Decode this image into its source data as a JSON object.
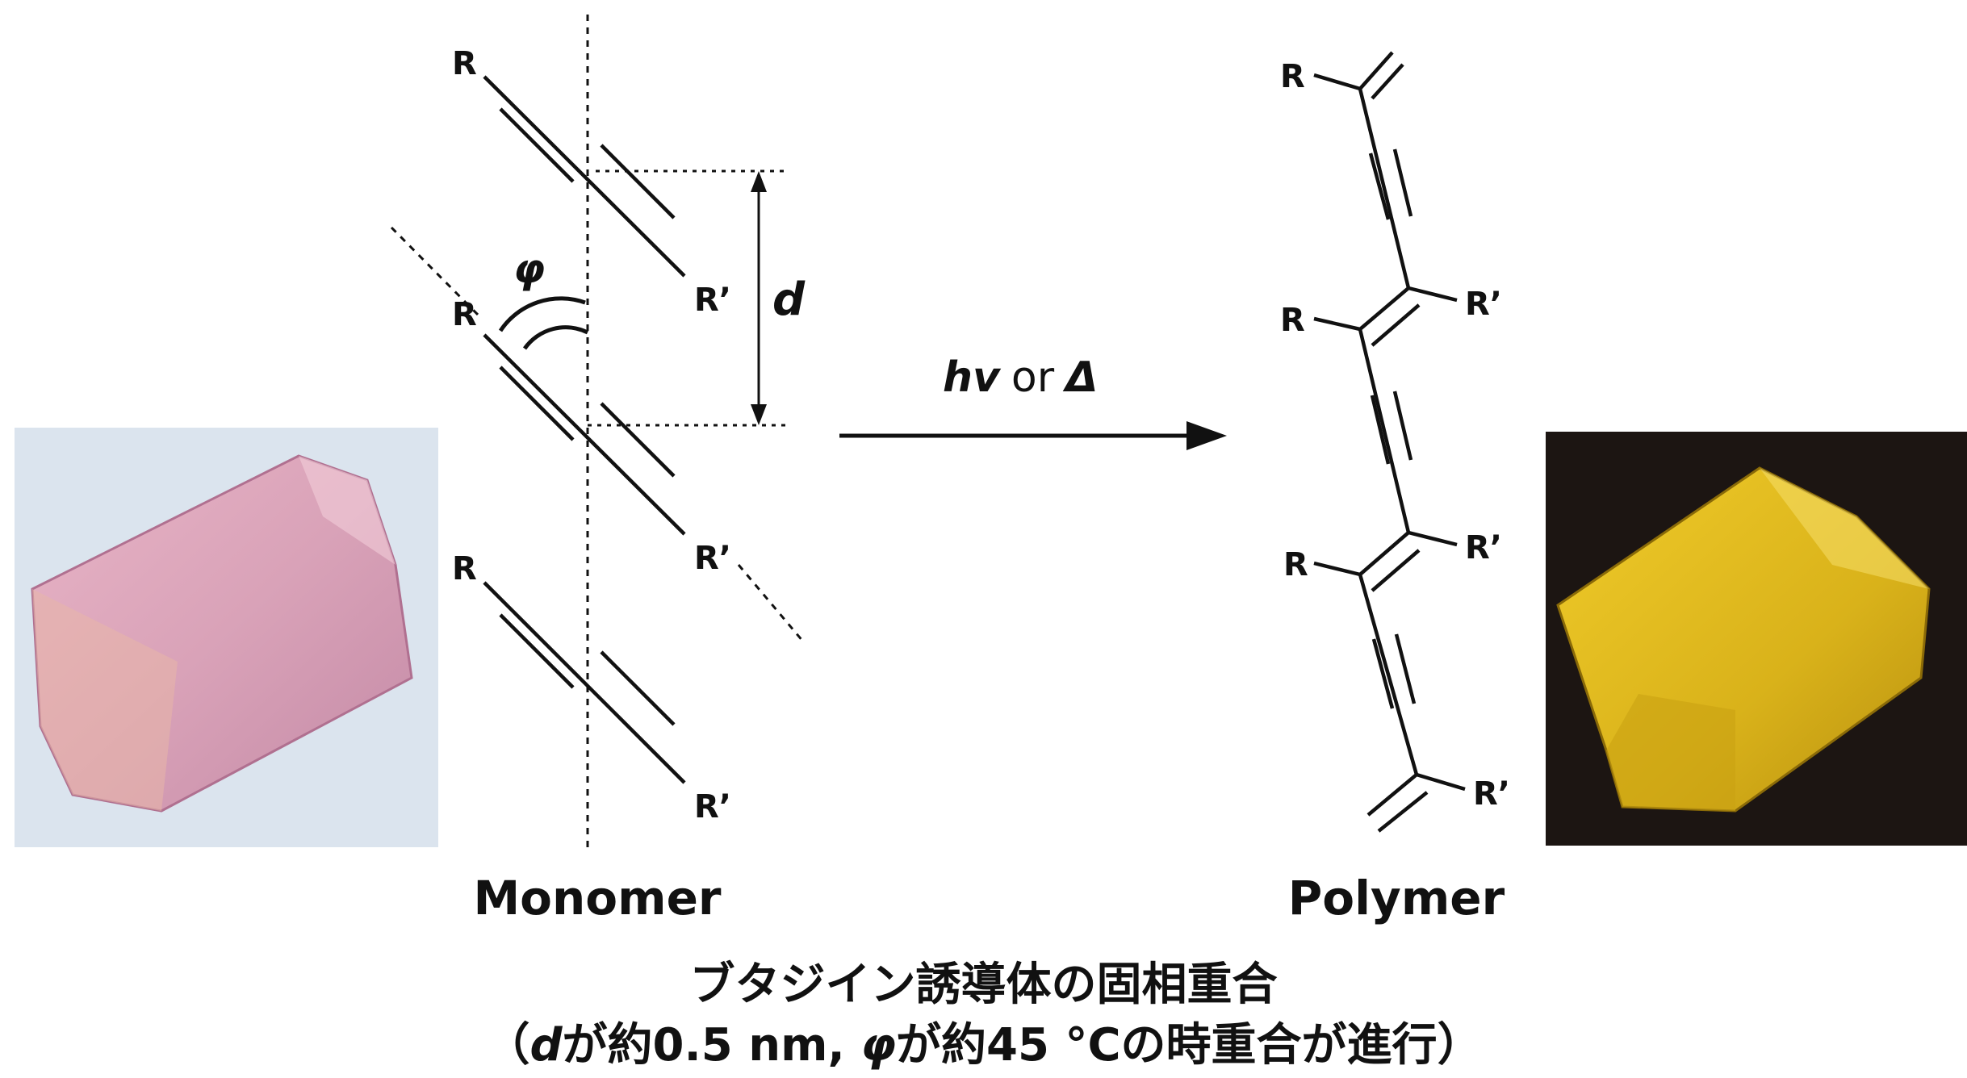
{
  "monomer_label": "Monomer",
  "polymer_label": "Polymer",
  "group_R": "R",
  "group_R_prime": "R’",
  "distance_label": "d",
  "angle_label": "φ",
  "reaction": {
    "hv": "hv",
    "or": "or",
    "delta": "Δ"
  },
  "caption_line1": "ブタジイン誘導体の固相重合",
  "caption_line2": {
    "open": "（",
    "d": "d",
    "part_a": "が約0.5 nm, ",
    "phi": "φ",
    "part_b": "が約45 °Cの時重合が進行",
    "close": "）"
  },
  "colors": {
    "monomer_crystal": "#d8a0b8",
    "monomer_background": "#dbe4ee",
    "polymer_crystal": "#d9b21a",
    "polymer_background": "#1c1512"
  }
}
